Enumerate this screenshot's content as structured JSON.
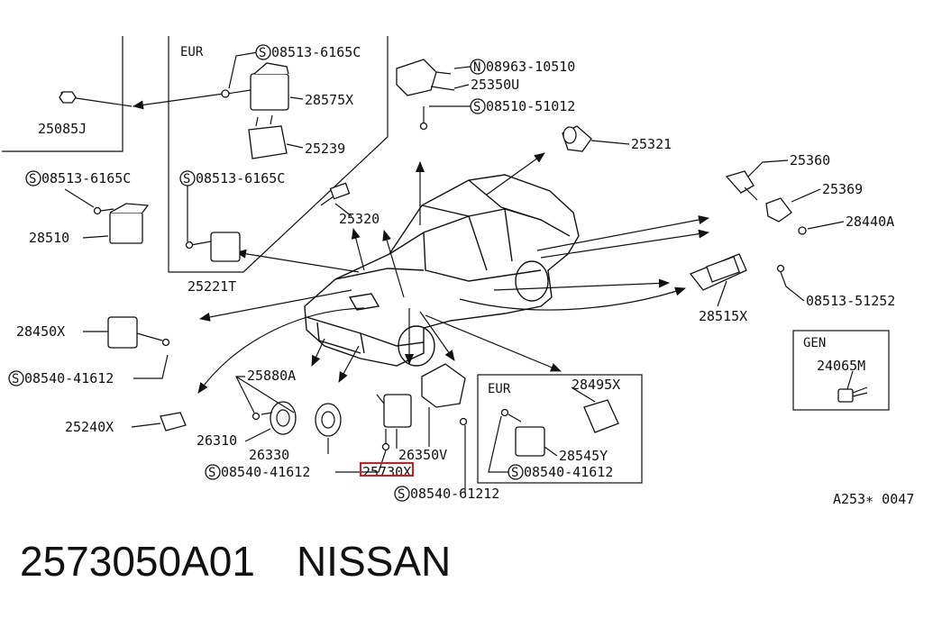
{
  "diagram": {
    "ref_code": "A253∗ 0047",
    "region_labels": {
      "eur_top": "EUR",
      "eur_bottom": "EUR",
      "gen": "GEN"
    },
    "parts": {
      "p25085J": "25085J",
      "p08513_6165C_a": "08513-6165C",
      "p28575X": "28575X",
      "p25239": "25239",
      "p08513_6165C_b": "08513-6165C",
      "p25221T": "25221T",
      "p08513_6165C_c": "08513-6165C",
      "p28510": "28510",
      "p08963_10510": "08963-10510",
      "p25350U": "25350U",
      "p08510_51012": "08510-51012",
      "p25321": "25321",
      "p25360": "25360",
      "p25369": "25369",
      "p28440A": "28440A",
      "p25320": "25320",
      "p28515X": "28515X",
      "p08513_51252": "08513-51252",
      "p28450X": "28450X",
      "p08540_41612_a": "08540-41612",
      "p25880A": "25880A",
      "p25240X": "25240X",
      "p26310": "26310",
      "p26330": "26330",
      "p08540_41612_b": "08540-41612",
      "p25730X": "25730X",
      "p26350V": "26350V",
      "p08540_61212": "08540-61212",
      "p28495X": "28495X",
      "p28545Y": "28545Y",
      "p08540_41612_c": "08540-41612",
      "p24065M": "24065M"
    },
    "prefix_marks": {
      "s": "S",
      "n": "N"
    }
  },
  "caption": {
    "part_number": "2573050A01",
    "brand": "NISSAN"
  },
  "highlight_color": "#e0141b"
}
